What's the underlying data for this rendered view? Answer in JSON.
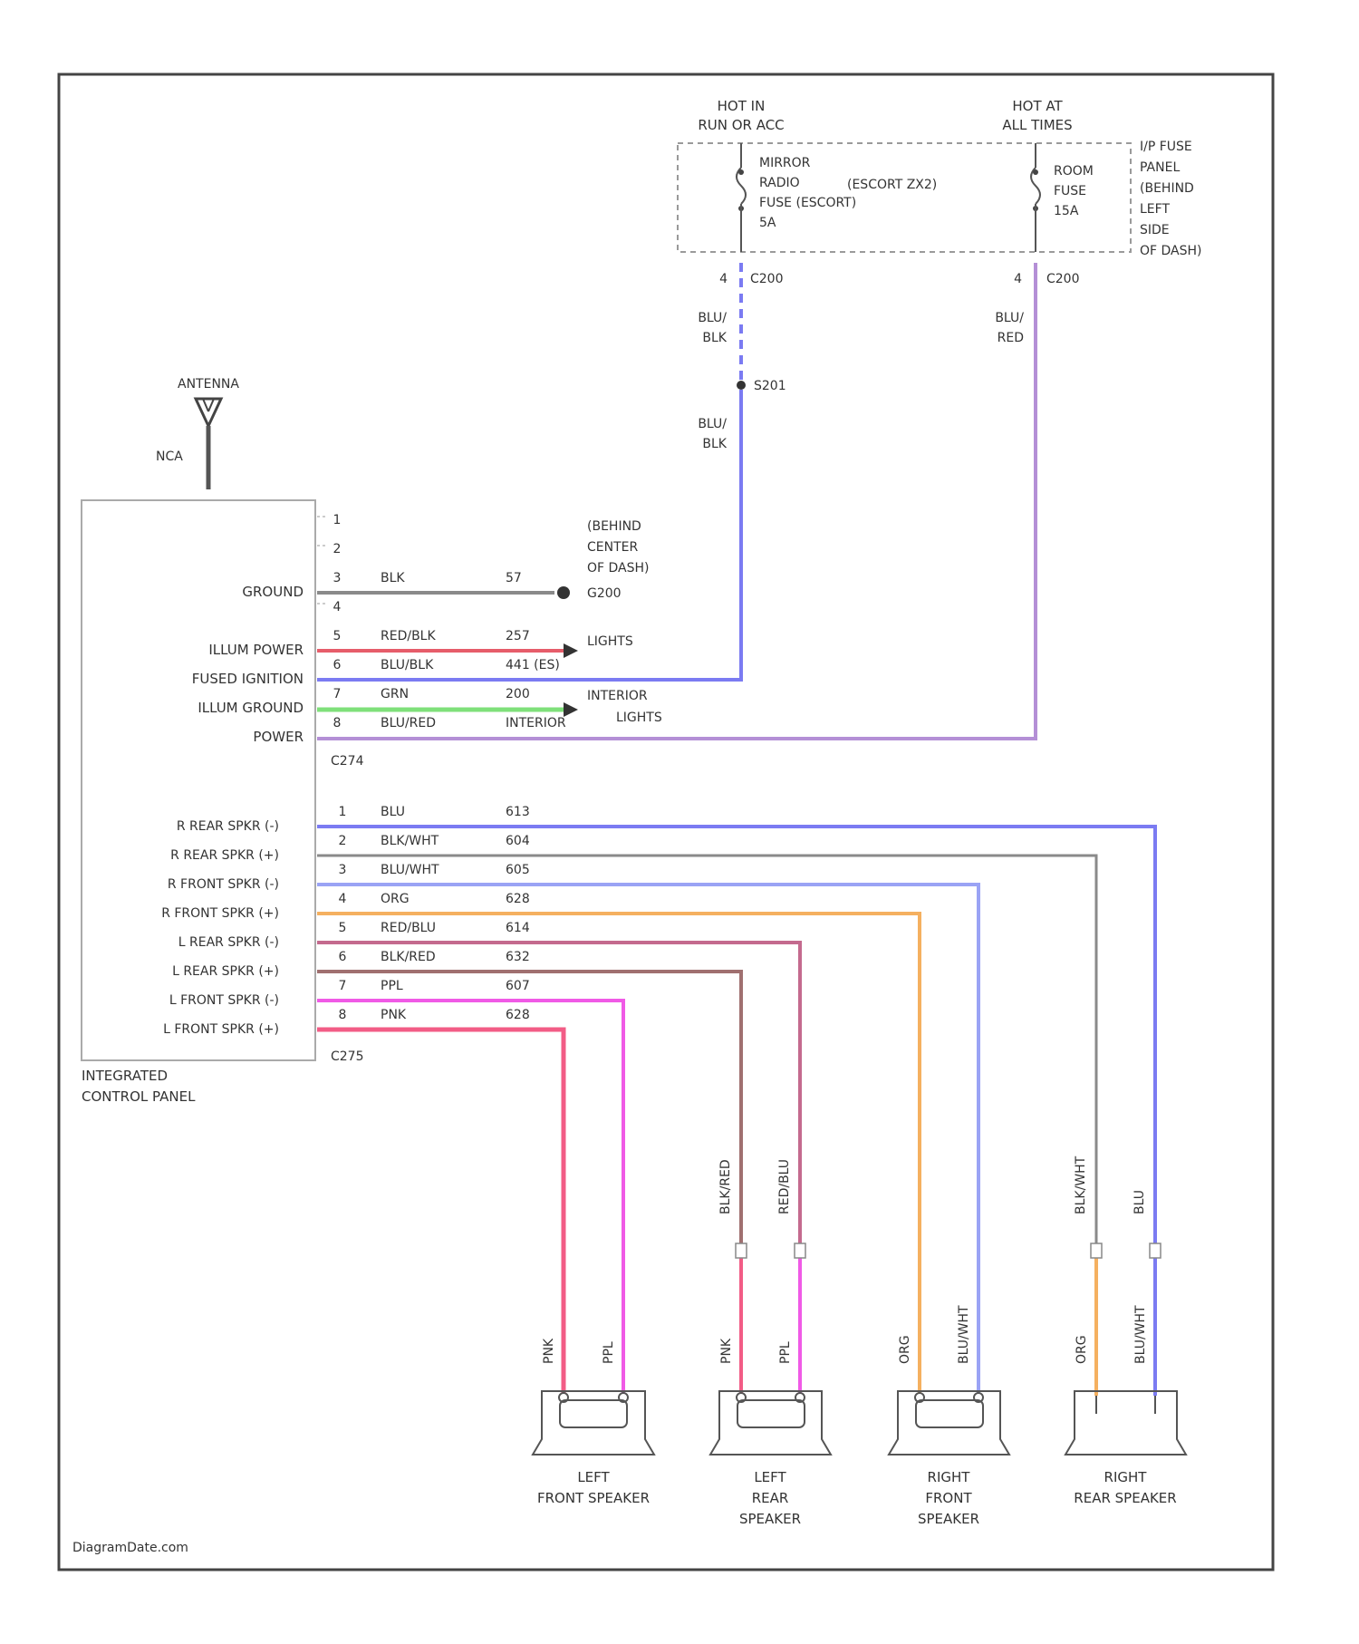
{
  "header": {
    "hot_run_acc": [
      "HOT IN",
      "RUN OR ACC"
    ],
    "hot_all_times": [
      "HOT AT",
      "ALL TIMES"
    ],
    "fuse_panel": [
      "I/P FUSE",
      "PANEL",
      "(BEHIND",
      "LEFT",
      "SIDE",
      "OF DASH)"
    ]
  },
  "fuse_radio": {
    "lines": [
      "MIRROR",
      "RADIO",
      "FUSE (ESCORT)",
      "5A"
    ],
    "variant": "(ESCORT ZX2)",
    "pin": "4",
    "connector": "C200"
  },
  "fuse_room": {
    "lines": [
      "ROOM",
      "FUSE",
      "15A"
    ],
    "pin": "4",
    "connector": "C200"
  },
  "feed_wires": {
    "upper_left": [
      "BLU/",
      "BLK"
    ],
    "splice": "S201",
    "lower_left": [
      "BLU/",
      "BLK"
    ],
    "right": [
      "BLU/",
      "RED"
    ]
  },
  "antenna": {
    "label": "ANTENNA",
    "nca": "NCA"
  },
  "module": {
    "name": [
      "INTEGRATED",
      "CONTROL PANEL"
    ],
    "connector_top": "C274",
    "connector_bottom": "C275"
  },
  "upper_circuits": [
    {
      "pin": "1",
      "label": "",
      "color": "",
      "circuit": "",
      "dest": ""
    },
    {
      "pin": "2",
      "label": "",
      "color": "",
      "circuit": "",
      "dest": ""
    },
    {
      "pin": "3",
      "label": "GROUND",
      "color": "BLK",
      "circuit": "57",
      "dest": ""
    },
    {
      "pin": "4",
      "label": "",
      "color": "",
      "circuit": "",
      "dest": ""
    },
    {
      "pin": "5",
      "label": "ILLUM POWER",
      "color": "RED/BLK",
      "circuit": "257",
      "dest": "LIGHTS"
    },
    {
      "pin": "6",
      "label": "FUSED IGNITION",
      "color": "BLU/BLK",
      "circuit": "441 (ES)",
      "dest": ""
    },
    {
      "pin": "7",
      "label": "ILLUM GROUND",
      "color": "GRN",
      "circuit": "200",
      "dest": ""
    },
    {
      "pin": "8",
      "label": "POWER",
      "color": "BLU/RED",
      "circuit": "INTERIOR",
      "dest": ""
    }
  ],
  "ground_point": [
    "(BEHIND",
    "CENTER",
    "OF DASH)",
    "G200"
  ],
  "interior_lights": [
    "INTERIOR",
    "LIGHTS"
  ],
  "speaker_circuits": [
    {
      "pin": "1",
      "label": "R REAR SPKR (-)",
      "color": "BLU",
      "circuit": "613"
    },
    {
      "pin": "2",
      "label": "R REAR SPKR (+)",
      "color": "BLK/WHT",
      "circuit": "604"
    },
    {
      "pin": "3",
      "label": "R FRONT SPKR (-)",
      "color": "BLU/WHT",
      "circuit": "605"
    },
    {
      "pin": "4",
      "label": "R FRONT SPKR (+)",
      "color": "ORG",
      "circuit": "628"
    },
    {
      "pin": "5",
      "label": "L REAR SPKR (-)",
      "color": "RED/BLU",
      "circuit": "614"
    },
    {
      "pin": "6",
      "label": "L REAR SPKR (+)",
      "color": "BLK/RED",
      "circuit": "632"
    },
    {
      "pin": "7",
      "label": "L FRONT SPKR (-)",
      "color": "PPL",
      "circuit": "607"
    },
    {
      "pin": "8",
      "label": "L FRONT SPKR (+)",
      "color": "PNK",
      "circuit": "628"
    }
  ],
  "speakers": [
    {
      "name": [
        "LEFT",
        "FRONT SPEAKER"
      ],
      "wire_a": "PNK",
      "wire_b": "PPL",
      "upper_a": "",
      "upper_b": ""
    },
    {
      "name": [
        "LEFT",
        "REAR",
        "SPEAKER"
      ],
      "wire_a": "PNK",
      "wire_b": "PPL",
      "upper_a": "BLK/RED",
      "upper_b": "RED/BLU"
    },
    {
      "name": [
        "RIGHT",
        "FRONT",
        "SPEAKER"
      ],
      "wire_a": "ORG",
      "wire_b": "BLU/WHT",
      "upper_a": "",
      "upper_b": ""
    },
    {
      "name": [
        "RIGHT",
        "REAR SPEAKER"
      ],
      "wire_a": "ORG",
      "wire_b": "BLU/WHT",
      "upper_a": "BLK/WHT",
      "upper_b": "BLU"
    }
  ],
  "colors": {
    "frame": "#444444",
    "blue": "#7b7bf2",
    "light_blue": "#9aa3f5",
    "lavender": "#b48fd6",
    "gray": "#8a8a8a",
    "red": "#e65d6a",
    "green": "#7fe07a",
    "orange": "#f5b060",
    "mauve": "#c46a8e",
    "brown": "#a07070",
    "magenta": "#f05ae6",
    "pink": "#f25c86"
  },
  "footer": "DiagramDate.com"
}
